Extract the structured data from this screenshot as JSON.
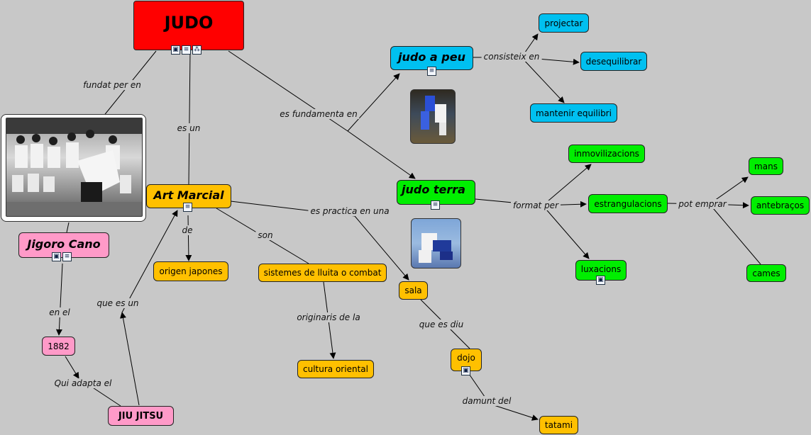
{
  "nodes": {
    "judo": "JUDO",
    "judo_a_peu": "judo a peu",
    "projectar": "projectar",
    "desequilibrar": "desequilibrar",
    "mantenir_equilibri": "mantenir equilibri",
    "judo_terra": "judo terra",
    "inmovilizacions": "inmovilizacions",
    "estrangulacions": "estrangulacions",
    "luxacions": "luxacions",
    "mans": "mans",
    "antebracos": "antebraços",
    "cames": "cames",
    "art_marcial": "Art Marcial",
    "origen_japones": "origen japones",
    "sistemes": "sistemes de lluita o combat",
    "cultura_oriental": "cultura oriental",
    "sala": "sala",
    "dojo": "dojo",
    "tatami": "tatami",
    "jigoro_cano": "Jigoro Cano",
    "year_1882": "1882",
    "jiu_jitsu": "JIU JITSU"
  },
  "links": {
    "fundat_per_en": "fundat per en",
    "es_un": "es un",
    "es_fundamenta_en": "es fundamenta en",
    "consisteix_en": "consisteix en",
    "format_per": "format per",
    "pot_emprar": "pot emprar",
    "de": "de",
    "son": "son",
    "es_practica_en_una": "es practica en una",
    "originaris_de_la": "originaris de la",
    "que_es_diu": "que es diu",
    "damunt_del": "damunt del",
    "en_el": "en el",
    "qui_adapta_el": "Qui adapta el",
    "que_es_un": "que es un"
  },
  "icons": {
    "judo": [
      "image-icon",
      "document-icon",
      "concept-map-icon"
    ],
    "judo_a_peu": [
      "document-icon"
    ],
    "judo_terra": [
      "document-icon"
    ],
    "art_marcial": [
      "document-icon"
    ],
    "jigoro_cano": [
      "image-icon",
      "document-icon"
    ],
    "luxacions": [
      "image-icon"
    ],
    "dojo": [
      "image-icon"
    ]
  },
  "colors": {
    "root": "#ff0000",
    "techniques": "#00c0f0",
    "ground": "#00ee00",
    "martial_art": "#ffc000",
    "history": "#ff9ac8",
    "background": "#c8c8c8"
  }
}
